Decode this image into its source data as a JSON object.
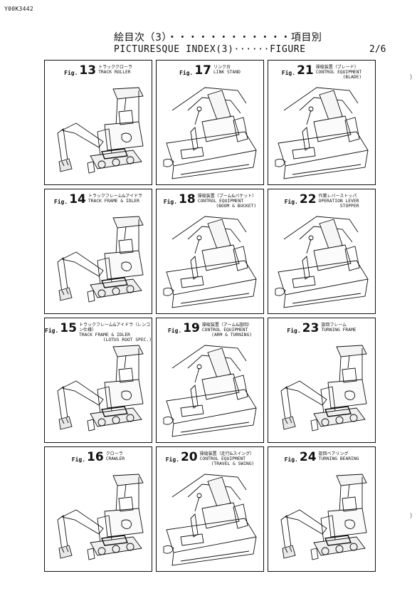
{
  "doc_code": "Y00K3442",
  "title_jp": "絵目次（3）・・・・・・・・・・・・項目別",
  "title_en": "PICTURESQUE INDEX(3)······FIGURE",
  "page_number": "2/6",
  "edge_marks": [
    ")",
    ")"
  ],
  "figures": [
    {
      "prefix": "Fig.",
      "number": "13",
      "jp": "トラッククローラ",
      "en": "TRACK ROLLER",
      "sub": "",
      "view": "excavator"
    },
    {
      "prefix": "Fig.",
      "number": "17",
      "jp": "リンク台",
      "en": "LINK STAND",
      "sub": "",
      "view": "cab"
    },
    {
      "prefix": "Fig.",
      "number": "21",
      "jp": "操縦装置（ブレード）",
      "en": "CONTROL EQUIPMENT",
      "sub": "(BLADE)",
      "view": "cab"
    },
    {
      "prefix": "Fig.",
      "number": "14",
      "jp": "トラックフレーム&アイドラ",
      "en": "TRACK FRAME & IDLER",
      "sub": "",
      "view": "excavator"
    },
    {
      "prefix": "Fig.",
      "number": "18",
      "jp": "操縦装置（ブーム&バケット）",
      "en": "CONTROL EQUIPMENT",
      "sub": "(BOOM & BUCKET)",
      "view": "cab"
    },
    {
      "prefix": "Fig.",
      "number": "22",
      "jp": "作業レバーストッパ",
      "en": "OPERATION LEVER",
      "sub": "STOPPER",
      "view": "cab"
    },
    {
      "prefix": "Fig.",
      "number": "15",
      "jp": "トラックフレーム&アイドラ（レンコン仕様）",
      "en": "TRACK FRAME & IDLER",
      "sub": "(LOTUS ROOT SPEC.)",
      "view": "excavator"
    },
    {
      "prefix": "Fig.",
      "number": "19",
      "jp": "操縦装置（アーム&旋回）",
      "en": "CONTROL EQUIPMENT",
      "sub": "(ARM & TURNING)",
      "view": "cab"
    },
    {
      "prefix": "Fig.",
      "number": "23",
      "jp": "旋回フレーム",
      "en": "TURNING FRAME",
      "sub": "",
      "view": "excavator"
    },
    {
      "prefix": "Fig.",
      "number": "16",
      "jp": "クローラ",
      "en": "CRAWLER",
      "sub": "",
      "view": "excavator"
    },
    {
      "prefix": "Fig.",
      "number": "20",
      "jp": "操縦装置（走行&スイング）",
      "en": "CONTROL EQUIPMENT",
      "sub": "(TRAVEL & SWING)",
      "view": "cab"
    },
    {
      "prefix": "Fig.",
      "number": "24",
      "jp": "旋回ベアリング",
      "en": "TURNING BEARING",
      "sub": "",
      "view": "excavator"
    }
  ]
}
